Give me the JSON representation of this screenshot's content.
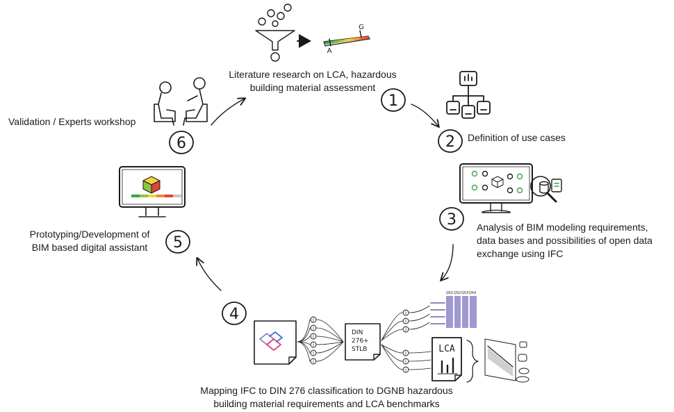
{
  "steps": [
    {
      "number": "1",
      "label_lines": [
        "Literature research on LCA, hazardous",
        "building material assessment"
      ]
    },
    {
      "number": "2",
      "label_lines": [
        "Definition of use cases"
      ]
    },
    {
      "number": "3",
      "label_lines": [
        "Analysis of BIM modeling requirements,",
        "data bases and possibilities of open data",
        "exchange using IFC"
      ]
    },
    {
      "number": "4",
      "label_lines": [
        "Mapping IFC to DIN 276 classification to DGNB hazardous",
        "building material requirements and LCA benchmarks"
      ]
    },
    {
      "number": "5",
      "label_lines": [
        "Prototyping/Development of",
        "BIM based digital assistant"
      ]
    },
    {
      "number": "6",
      "label_lines": [
        "Validation / Experts workshop"
      ]
    }
  ],
  "scale_bar": {
    "start_label": "A",
    "end_label": "G"
  },
  "doc_din": {
    "lines": [
      "DIN",
      "276+",
      "STLB"
    ]
  },
  "doc_lca": {
    "label": "LCA"
  },
  "table_headers": [
    "QS1",
    "QS2",
    "QS3",
    "QS4"
  ],
  "info_glyph": "i",
  "colors": {
    "scale": [
      "#3aa34a",
      "#8cc640",
      "#f2d13c",
      "#f08b2d",
      "#e0453a"
    ],
    "bim_purple": "#8e87c8",
    "ink": "#1a1a1a",
    "bim_blue": "#3d6fd1",
    "bim_pink": "#e0417b"
  },
  "icons": [
    "funnel-icon",
    "arrow-right-icon",
    "hierarchy-icon",
    "monitor-icon",
    "magnifier-icon",
    "database-icon",
    "document-icon",
    "people-icon",
    "building-cube-icon",
    "brace-icon"
  ]
}
